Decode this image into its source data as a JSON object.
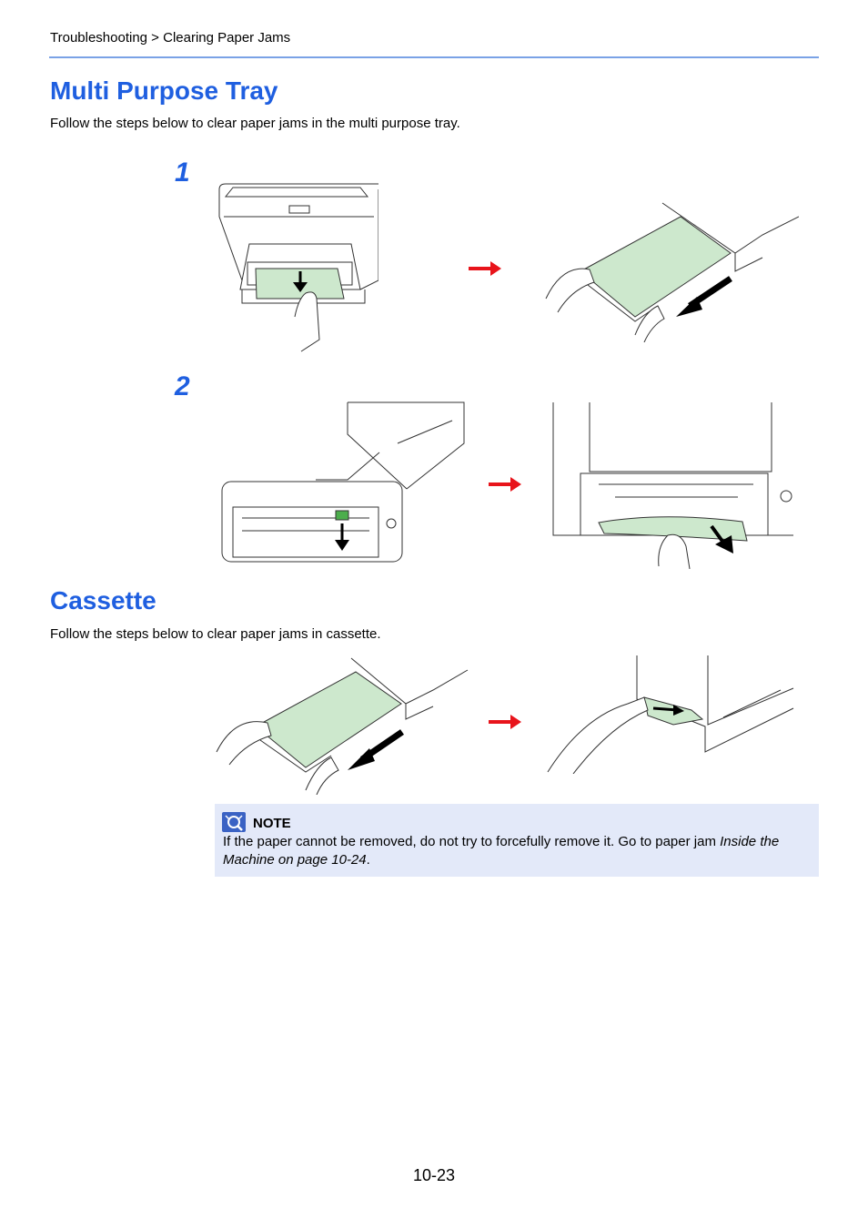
{
  "breadcrumb": "Troubleshooting > Clearing Paper Jams",
  "mpt": {
    "title": "Multi Purpose Tray",
    "intro": "Follow the steps below to clear paper jams in the multi purpose tray.",
    "steps": [
      "1",
      "2"
    ]
  },
  "cassette": {
    "title": "Cassette",
    "intro": "Follow the steps below to clear paper jams in cassette."
  },
  "note": {
    "title": "NOTE",
    "text_before": "If the paper cannot be removed, do not try to forcefully remove it. Go to paper jam ",
    "link": "Inside the Machine on page 10-24",
    "text_after": "."
  },
  "page_number": "10-23",
  "colors": {
    "heading": "#1f5fe0",
    "rule": "#7aa2e6",
    "arrow": "#e8141b",
    "paper": "#cde8cd",
    "note_bg": "#e3e9f9"
  }
}
